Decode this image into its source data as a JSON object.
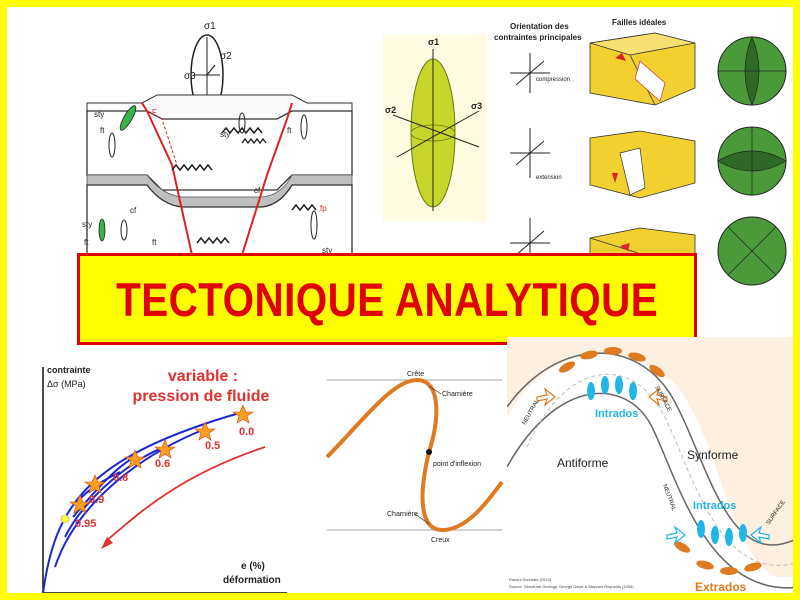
{
  "title": "TECTONIQUE ANALYTIQUE",
  "colors": {
    "frame": "#ffff00",
    "banner_bg": "#ffff00",
    "banner_border": "#e00000",
    "title_text": "#e00000",
    "fold_curve": "#e07a20",
    "ellipsoid": "#c8d52a",
    "stereonet": "#4a9a3a",
    "fault_block": "#f2d030"
  },
  "block_diagram": {
    "sigma1": "σ1",
    "sigma2": "σ2",
    "sigma3": "σ3",
    "labels": {
      "sty": "sty",
      "ft": "ft",
      "cf": "cf",
      "fp": "fp",
      "f": "F"
    }
  },
  "ellipsoid": {
    "sigma1": "σ1",
    "sigma2": "σ2",
    "sigma3": "σ3"
  },
  "faults": {
    "orientation_title_1": "Orientation des",
    "orientation_title_2": "contraintes principales",
    "ideal_title": "Failles idéales",
    "compression": "compression",
    "extension": "extension"
  },
  "stress_chart": {
    "ylabel_1": "contrainte",
    "ylabel_2": "Δσ (MPa)",
    "title_1": "variable :",
    "title_2": "pression de fluide",
    "xlabel_1": "e (%)",
    "xlabel_2": "déformation",
    "curve_labels": [
      "0.0",
      "0.5",
      "0.6",
      "0.8",
      "0.9",
      "0.95"
    ]
  },
  "fold_profile": {
    "crest": "Crête",
    "hinge_top": "Charnière",
    "inflection": "point d'inflexion",
    "hinge_bottom": "Charnière",
    "trough": "Creux"
  },
  "fold_strain": {
    "antiforme": "Antiforme",
    "synforme": "Synforme",
    "intrados_1": "Intrados",
    "intrados_2": "Intrados",
    "extrados": "Extrados",
    "neutral_1": "NEUTRAL",
    "surface_1": "SURFACE",
    "neutral_2": "NEUTRAL",
    "surface_2": "SURFACE",
    "source_1": "Rasoul Sorkhabi (2013)",
    "source_2": "Source: Structural Geology, George Davis & Stephen Reynolds (1996)"
  }
}
